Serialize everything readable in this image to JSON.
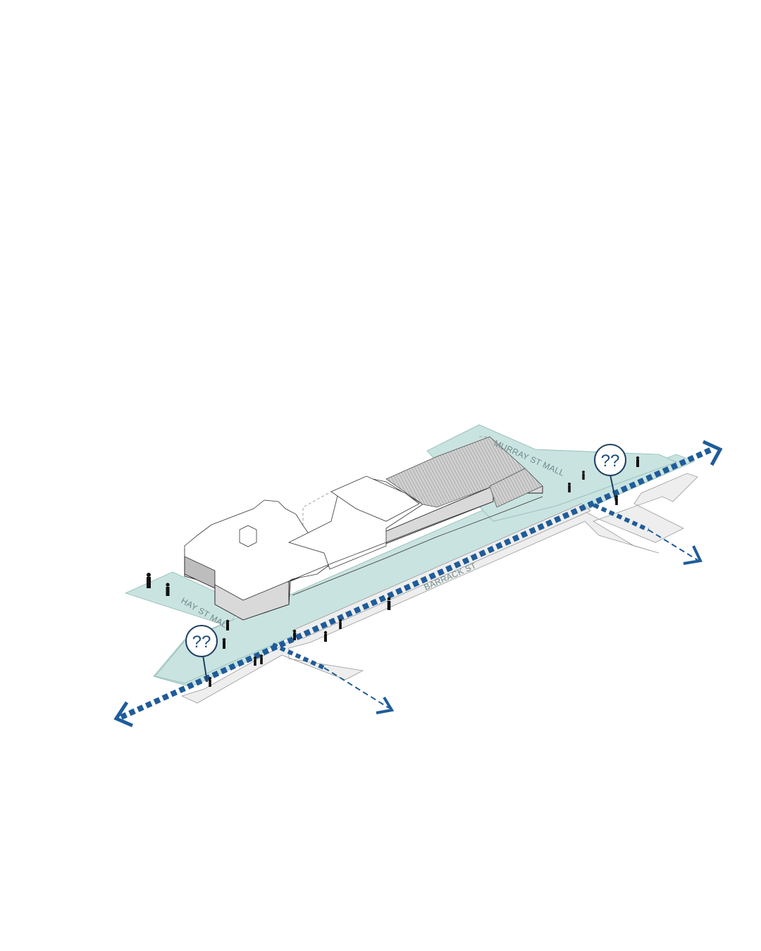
{
  "streets": {
    "murray": "MURRAY ST MALL",
    "hay": "HAY ST MALL",
    "barrack": "BARRACK ST"
  },
  "markers": [
    {
      "label": "??"
    },
    {
      "label": "??"
    }
  ],
  "colors": {
    "accent_blue": "#1f5c99",
    "plaza_teal": "#c9e3e0",
    "road_grey": "#eeeeee"
  },
  "icons": [
    "pedestrian-icon",
    "question-marker-icon",
    "arrowhead-icon"
  ]
}
